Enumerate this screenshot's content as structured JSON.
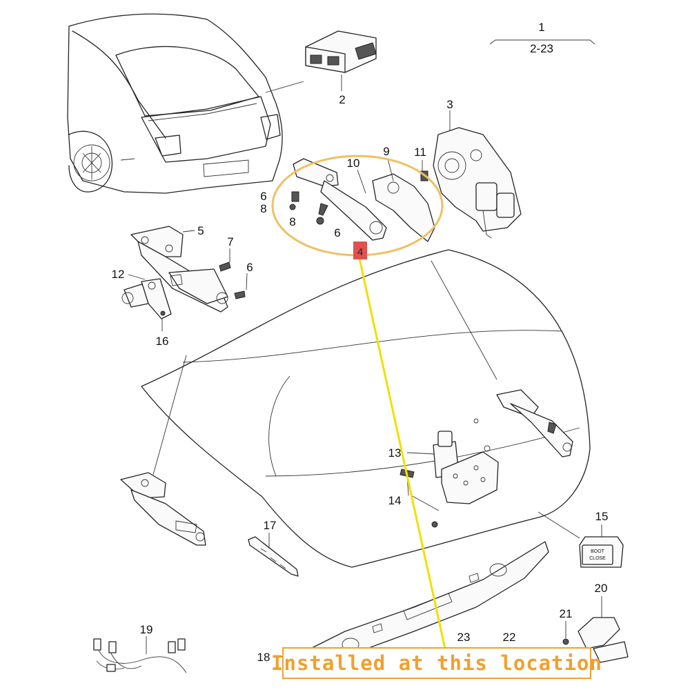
{
  "diagram": {
    "header_label": "1",
    "header_range": "2-23",
    "marker_label": "4",
    "callout_text": "Installed at this location",
    "part_labels": [
      {
        "id": "p2",
        "text": "2"
      },
      {
        "id": "p3",
        "text": "3"
      },
      {
        "id": "p5",
        "text": "5"
      },
      {
        "id": "p6a",
        "text": "6"
      },
      {
        "id": "p6b",
        "text": "6"
      },
      {
        "id": "p6c",
        "text": "6"
      },
      {
        "id": "p7",
        "text": "7"
      },
      {
        "id": "p8a",
        "text": "8"
      },
      {
        "id": "p8b",
        "text": "8"
      },
      {
        "id": "p9",
        "text": "9"
      },
      {
        "id": "p10",
        "text": "10"
      },
      {
        "id": "p11",
        "text": "11"
      },
      {
        "id": "p12",
        "text": "12"
      },
      {
        "id": "p13",
        "text": "13"
      },
      {
        "id": "p14",
        "text": "14"
      },
      {
        "id": "p15",
        "text": "15"
      },
      {
        "id": "p16",
        "text": "16"
      },
      {
        "id": "p17",
        "text": "17"
      },
      {
        "id": "p18",
        "text": "18"
      },
      {
        "id": "p19",
        "text": "19"
      },
      {
        "id": "p20",
        "text": "20"
      },
      {
        "id": "p21",
        "text": "21"
      },
      {
        "id": "p22",
        "text": "22"
      },
      {
        "id": "p23",
        "text": "23"
      }
    ],
    "switch_label_line1": "BOOT",
    "switch_label_line2": "CLOSE",
    "colors": {
      "highlight_ring": "#f0c060",
      "callout_line": "#f0e000",
      "marker": "#e05050",
      "callout_border": "#f0a030"
    }
  }
}
